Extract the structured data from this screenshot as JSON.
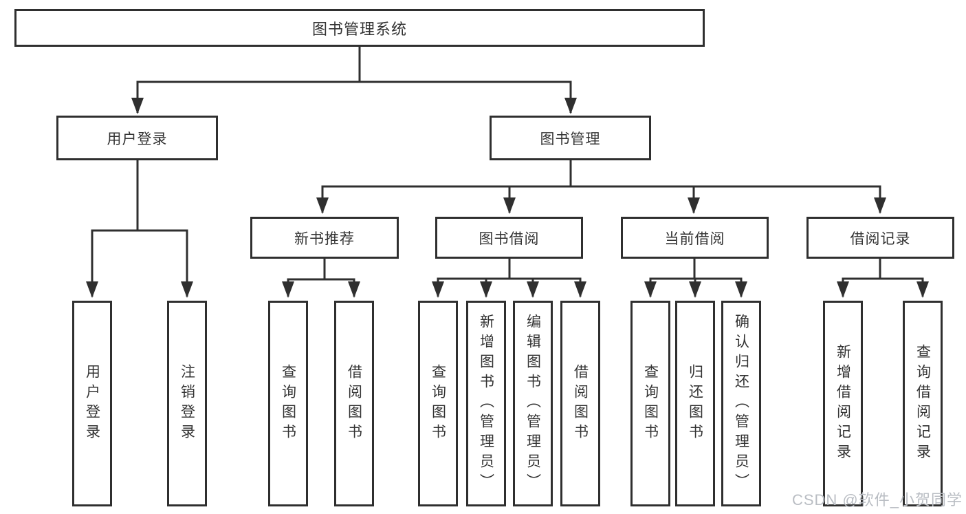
{
  "diagram": {
    "watermark": "CSDN @软件_小贺同学",
    "colors": {
      "line": "#2f2f2f",
      "text": "#333333",
      "background": "#ffffff",
      "watermark": "#b9bdc3"
    },
    "root": {
      "label": "图书管理系统",
      "children": [
        {
          "label": "用户登录",
          "children": [
            {
              "label": "用户登录"
            },
            {
              "label": "注销登录"
            }
          ]
        },
        {
          "label": "图书管理",
          "children": [
            {
              "label": "新书推荐",
              "children": [
                {
                  "label": "查询图书"
                },
                {
                  "label": "借阅图书"
                }
              ]
            },
            {
              "label": "图书借阅",
              "children": [
                {
                  "label": "查询图书"
                },
                {
                  "label": "新增图书（管理员）"
                },
                {
                  "label": "编辑图书（管理员）"
                },
                {
                  "label": "借阅图书"
                }
              ]
            },
            {
              "label": "当前借阅",
              "children": [
                {
                  "label": "查询图书"
                },
                {
                  "label": "归还图书"
                },
                {
                  "label": "确认归还（管理员）"
                }
              ]
            },
            {
              "label": "借阅记录",
              "children": [
                {
                  "label": "新增借阅记录"
                },
                {
                  "label": "查询借阅记录"
                }
              ]
            }
          ]
        }
      ]
    }
  }
}
